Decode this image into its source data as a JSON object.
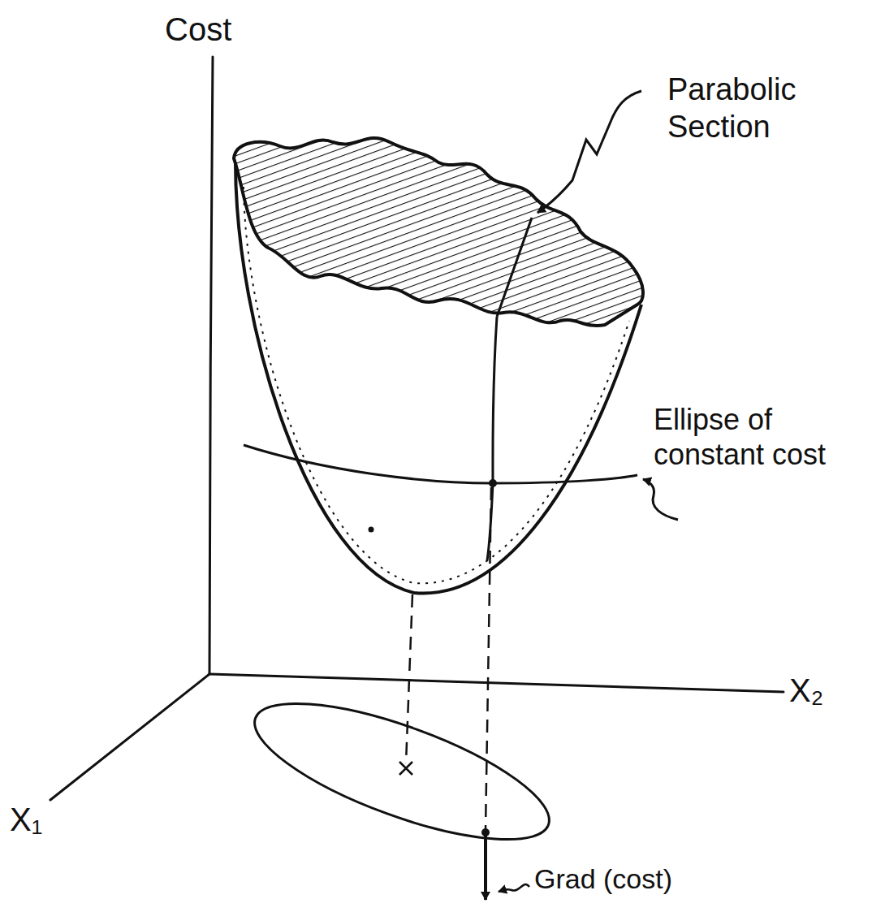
{
  "diagram": {
    "labels": [
      "Cost",
      "Parabolic Section",
      "Ellipse of constant cost",
      "X₂",
      "X₁",
      "Grad (cost)"
    ]
  }
}
